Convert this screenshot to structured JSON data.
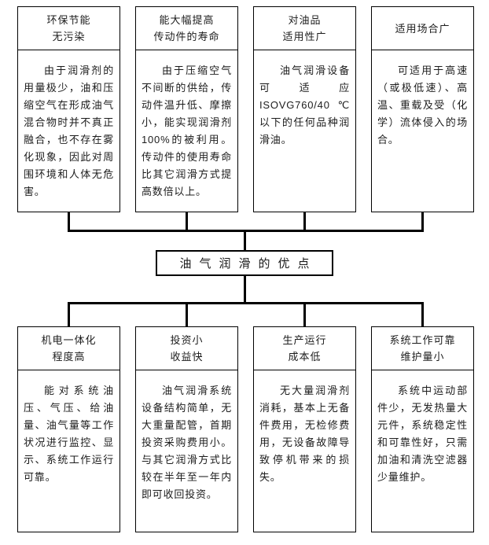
{
  "diagram": {
    "center_title": "油气润滑的优点",
    "colors": {
      "line": "#000000",
      "text": "#1c1c1c",
      "background": "#ffffff"
    },
    "boxes": {
      "top": [
        {
          "title": [
            "环保节能",
            "无污染"
          ],
          "body": "由于润滑剂的用量极少，油和压缩空气在形成油气混合物时并不真正融合，也不存在雾化现象，因此对周围环境和人体无危害。"
        },
        {
          "title": [
            "能大幅提高",
            "传动件的寿命"
          ],
          "body": "由于压缩空气不间断的供给，传动件温升低、摩擦小，能实现润滑剂100%的被利用。传动件的使用寿命比其它润滑方式提高数倍以上。"
        },
        {
          "title": [
            "对油品",
            "适用性广"
          ],
          "body": "油气润滑设备可适应ISOVG760/40℃以下的任何品种润滑油。"
        },
        {
          "title": [
            "适用场合广"
          ],
          "body": "可适用于高速（或极低速）、高温、重载及受（化学）流体侵入的场合。"
        }
      ],
      "bottom": [
        {
          "title": [
            "机电一体化",
            "程度高"
          ],
          "body": "能对系统油压、气压、给油量、油气量等工作状况进行监控、显示、系统工作运行可靠。"
        },
        {
          "title": [
            "投资小",
            "收益快"
          ],
          "body": "油气润滑系统设备结构简单，无大重量配管，首期投资采购费用小。与其它润滑方式比较在半年至一年内即可收回投资。"
        },
        {
          "title": [
            "生产运行",
            "成本低"
          ],
          "body": "无大量润滑剂消耗，基本上无备件费用，无检修费用，无设备故障导致停机带来的损失。"
        },
        {
          "title": [
            "系统工作可靠",
            "维护量小"
          ],
          "body": "系统中运动部件少，无发热量大元件，系统稳定性和可靠性好，只需加油和清洗空滤器少量维护。"
        }
      ]
    }
  }
}
